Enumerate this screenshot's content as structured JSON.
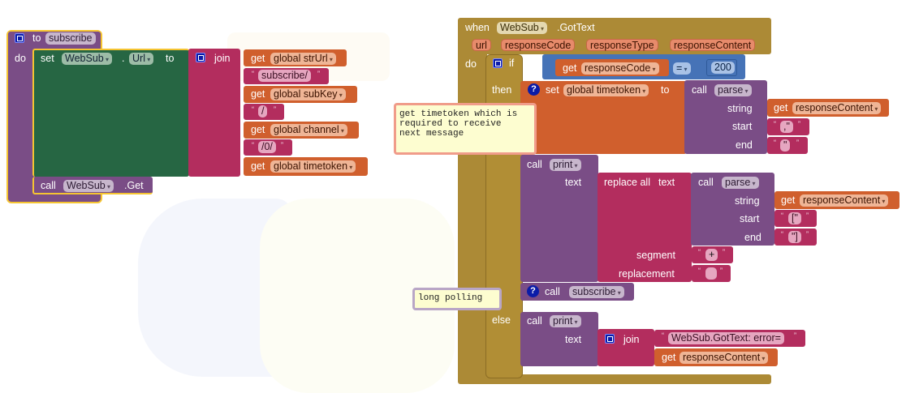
{
  "workspace": {
    "background_color": "#ffffff"
  },
  "procedure_block": {
    "keyword_to": "to",
    "name": "subscribe",
    "keyword_do": "do",
    "set_statement": {
      "keyword_set": "set",
      "component": "WebSub",
      "dot": ".",
      "property": "Url",
      "keyword_to": "to",
      "join": {
        "label": "join",
        "items": [
          {
            "type": "get",
            "keyword": "get",
            "value": "global strUrl"
          },
          {
            "type": "text",
            "value": "subscribe/"
          },
          {
            "type": "get",
            "keyword": "get",
            "value": "global subKey"
          },
          {
            "type": "text",
            "value": "/"
          },
          {
            "type": "get",
            "keyword": "get",
            "value": "global channel"
          },
          {
            "type": "text",
            "value": "/0/"
          },
          {
            "type": "get",
            "keyword": "get",
            "value": "global timetoken"
          }
        ]
      }
    },
    "call_statement": {
      "keyword_call": "call",
      "component": "WebSub",
      "method": ".Get"
    }
  },
  "event_block": {
    "keyword_when": "when",
    "component": "WebSub",
    "event": ".GotText",
    "params": [
      "url",
      "responseCode",
      "responseType",
      "responseContent"
    ],
    "keyword_do": "do",
    "if_block": {
      "keyword_if": "if",
      "keyword_then": "then",
      "keyword_else": "else",
      "condition": {
        "keyword_get": "get",
        "variable": "responseCode",
        "operator": "=",
        "number": "200"
      },
      "then": {
        "set_timetoken": {
          "keyword_set": "set",
          "variable": "global timetoken",
          "keyword_to": "to",
          "comment": "get timetoken which is\nrequired to receive\nnext message",
          "call": {
            "keyword_call": "call",
            "procedure": "parse",
            "args": [
              {
                "label": "string",
                "keyword_get": "get",
                "value": "responseContent"
              },
              {
                "label": "start",
                "text": ",\""
              },
              {
                "label": "end",
                "text": "\""
              }
            ]
          }
        },
        "print": {
          "keyword_call": "call",
          "procedure": "print",
          "arg_label": "text",
          "replace_all": {
            "label": "replace all",
            "text_label": "text",
            "segment_label": "segment",
            "replacement_label": "replacement",
            "segment": "+",
            "replacement": "",
            "call": {
              "keyword_call": "call",
              "procedure": "parse",
              "args": [
                {
                  "label": "string",
                  "keyword_get": "get",
                  "value": "responseContent"
                },
                {
                  "label": "start",
                  "text": "[\""
                },
                {
                  "label": "end",
                  "text": "\"]"
                }
              ]
            }
          }
        },
        "call_subscribe": {
          "keyword_call": "call",
          "procedure": "subscribe",
          "comment": "long polling"
        }
      },
      "else": {
        "keyword_call": "call",
        "procedure": "print",
        "arg_label": "text",
        "join_label": "join",
        "text": "WebSub.GotText: error=",
        "keyword_get": "get",
        "value": "responseContent"
      }
    }
  },
  "colors": {
    "procedure": "#7a4d86",
    "component_set": "#266643",
    "text": "#b32d5e",
    "variable": "#d05f2d",
    "event": "#ac8a36",
    "logic": "#4673b7",
    "highlight": "#f5c431"
  }
}
